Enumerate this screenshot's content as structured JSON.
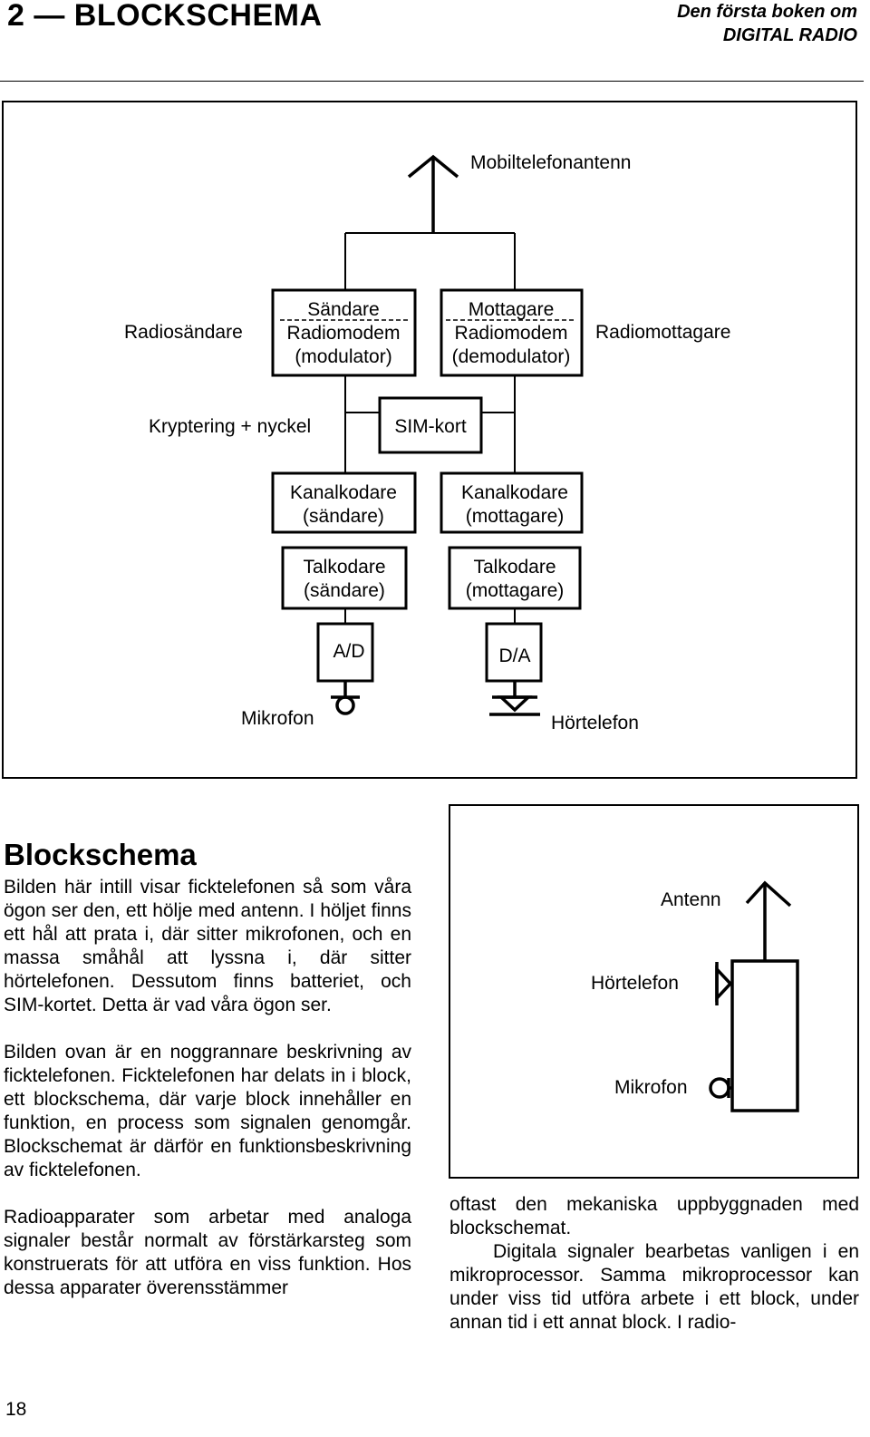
{
  "header": {
    "chapter_title": "2 — BLOCKSCHEMA",
    "book_title_line1": "Den första boken om",
    "book_title_line2": "DIGITAL RADIO"
  },
  "diagram": {
    "antenna_label": "Mobiltelefonantenn",
    "transmitter_side_label": "Radiosändare",
    "receiver_side_label": "Radiomottagare",
    "modulator_block": {
      "line1": "Sändare",
      "line2": "Radiomodem",
      "line3": "(modulator)"
    },
    "demodulator_block": {
      "line1": "Mottagare",
      "line2": "Radiomodem",
      "line3": "(demodulator)"
    },
    "encryption_label": "Kryptering + nyckel",
    "sim_block": "SIM-kort",
    "channel_coder_tx": {
      "line1": "Kanalkodare",
      "line2": "(sändare)"
    },
    "channel_coder_rx": {
      "line1": "Kanalkodare",
      "line2": "(mottagare)"
    },
    "speech_coder_tx": {
      "line1": "Talkodare",
      "line2": "(sändare)"
    },
    "speech_coder_rx": {
      "line1": "Talkodare",
      "line2": "(mottagare)"
    },
    "ad_block": "A/D",
    "da_block": "D/A",
    "microphone_label": "Mikrofon",
    "earphone_label": "Hörtelefon"
  },
  "section": {
    "heading": "Blockschema",
    "paragraphs": [
      "Bilden här intill visar ficktelefonen så som våra ögon ser den, ett hölje med antenn. I höljet finns ett hål att prata i, där sitter mikrofonen, och en massa småhål att lyssna i, där sitter hörtelefonen. Dessutom finns batteriet, och SIM-kortet. Detta är vad våra ögon ser.",
      "Bilden ovan är en noggrannare beskrivning av ficktelefonen. Ficktelefonen har delats in i block, ett blockschema, där varje block innehåller en funktion, en process som signalen genomgår. Blockschemat är därför en funktionsbeskrivning av ficktelefonen.",
      "Radioapparater som arbetar med analoga signaler består normalt av förstärkarsteg som konstruerats för att utföra en viss funktion. Hos dessa apparater överensstämmer"
    ]
  },
  "phone_figure": {
    "antenna_label": "Antenn",
    "earphone_label": "Hörtelefon",
    "microphone_label": "Mikrofon"
  },
  "right_column": {
    "paragraphs": [
      "oftast den mekaniska uppbyggnaden med blockschemat.",
      "Digitala signaler bearbetas vanligen i en mikroprocessor. Samma mikroprocessor kan under viss tid utföra arbete i ett block, under annan tid i ett annat block. I radio-"
    ]
  },
  "footer": {
    "page_number": "18"
  }
}
